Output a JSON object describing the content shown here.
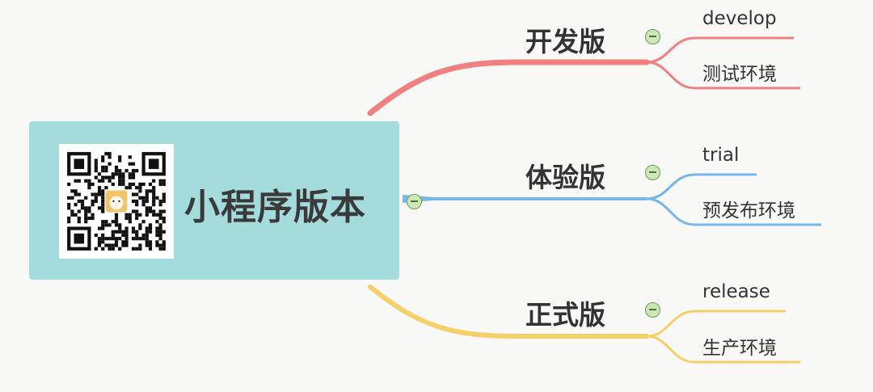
{
  "root": {
    "title": "小程序版本"
  },
  "branches": [
    {
      "label": "开发版",
      "color": "#f07f7f",
      "leaves": [
        {
          "label": "develop"
        },
        {
          "label": "测试环境"
        }
      ]
    },
    {
      "label": "体验版",
      "color": "#79b6e8",
      "leaves": [
        {
          "label": "trial"
        },
        {
          "label": "预发布环境"
        }
      ]
    },
    {
      "label": "正式版",
      "color": "#f5cf68",
      "leaves": [
        {
          "label": "release"
        },
        {
          "label": "生产环境"
        }
      ]
    }
  ],
  "colors": {
    "background": "#f8f8f7",
    "root_fill": "#a4dcdc",
    "collapse_fill": "#cfe7b8",
    "collapse_border": "#62a346"
  },
  "icons": {
    "collapse": "minus-circle-icon",
    "qr_code": "qr-code-icon"
  }
}
